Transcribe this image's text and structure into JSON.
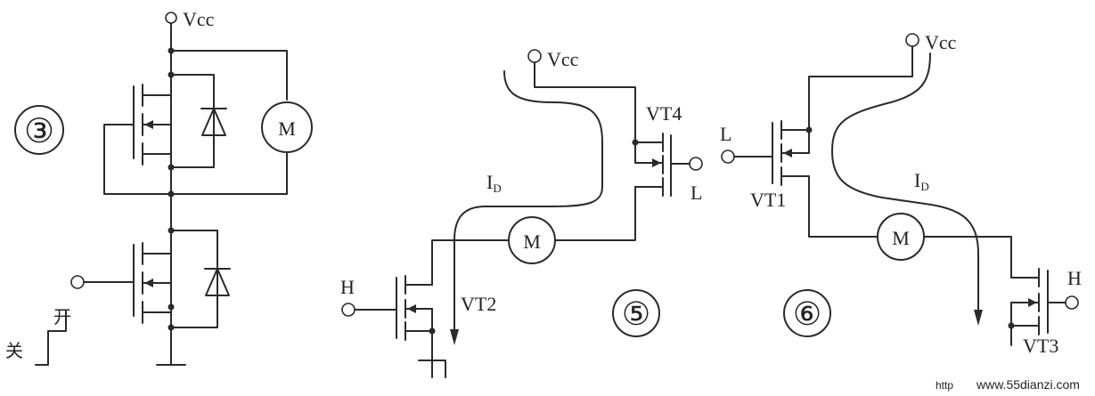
{
  "circuits": {
    "c3": {
      "number": "③",
      "supply": "Vcc",
      "motor": "M",
      "switch_on": "开",
      "switch_off": "关"
    },
    "c5": {
      "number": "⑤",
      "supply": "Vcc",
      "upper_transistor": "VT4",
      "upper_gate": "L",
      "lower_transistor": "VT2",
      "lower_gate": "H",
      "current": "I",
      "current_sub": "D",
      "motor": "M"
    },
    "c6": {
      "number": "⑥",
      "supply": "Vcc",
      "upper_transistor": "VT1",
      "upper_gate": "L",
      "lower_transistor": "VT3",
      "lower_gate": "H",
      "current": "I",
      "current_sub": "D",
      "motor": "M"
    }
  },
  "watermark": {
    "prefix": "http",
    "site": "www.55dianzi.com"
  },
  "colors": {
    "ink": "#2a2a2a",
    "watermark": "#e0252b"
  }
}
